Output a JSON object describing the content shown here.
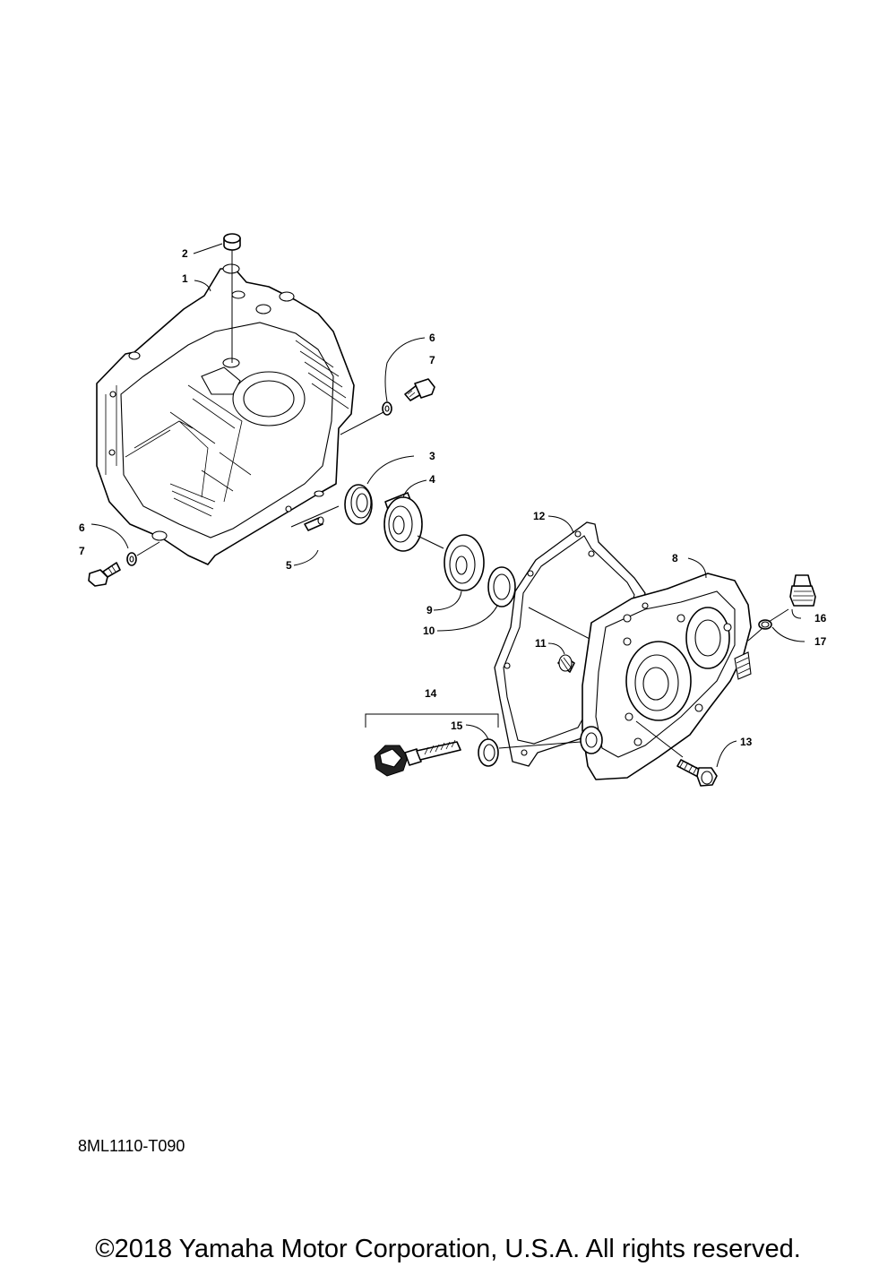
{
  "callouts": {
    "c1": "1",
    "c2": "2",
    "c3": "3",
    "c4": "4",
    "c5": "5",
    "c6a": "6",
    "c6b": "6",
    "c7a": "7",
    "c7b": "7",
    "c8": "8",
    "c9": "9",
    "c10": "10",
    "c11": "11",
    "c12": "12",
    "c13": "13",
    "c14": "14",
    "c15": "15",
    "c16": "16",
    "c17": "17"
  },
  "diagram_code": "8ML1110-T090",
  "copyright": "©2018 Yamaha Motor Corporation, U.S.A. All rights reserved."
}
